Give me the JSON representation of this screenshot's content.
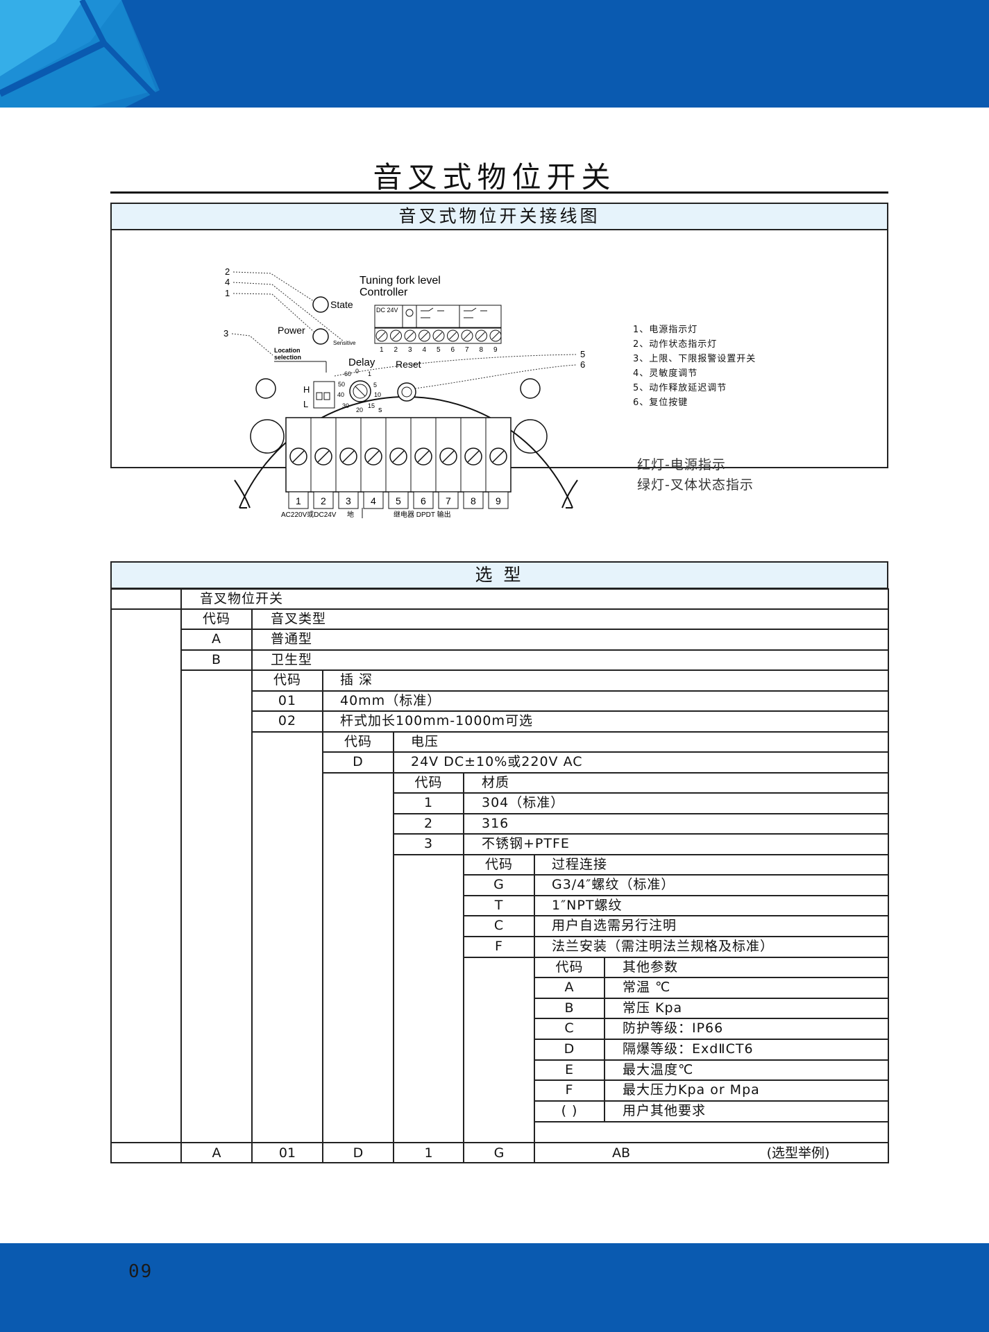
{
  "header": {
    "brand_color": "#0a5ab0",
    "accent_color": "#2b9fe0"
  },
  "page_title": "音叉式物位开关",
  "page_number": "09",
  "wiring_section": {
    "title": "音叉式物位开关接线图",
    "header_bg": "#e6f3fb",
    "diagram": {
      "title_line1": "Tuning fork level",
      "title_line2": "Controller",
      "state": "State",
      "power": "Power",
      "sensitive": "Sensitive",
      "location1": "Location",
      "location2": "selection",
      "delay": "Delay",
      "reset": "Reset",
      "h": "H",
      "l": "L",
      "dc24v": "DC 24V",
      "dial": [
        "60",
        "0",
        "1",
        "5",
        "10",
        "15",
        "20",
        "30",
        "40",
        "50"
      ],
      "seconds": "s",
      "callouts": [
        "2",
        "4",
        "1",
        "3",
        "5",
        "6"
      ],
      "small_terminals": [
        "1",
        "2",
        "3",
        "4",
        "5",
        "6",
        "7",
        "8",
        "9"
      ],
      "terminals": [
        "1",
        "2",
        "3",
        "4",
        "5",
        "6",
        "7",
        "8",
        "9"
      ],
      "bottom_label_power": "AC220V或DC24V",
      "bottom_label_ground": "地",
      "bottom_label_relay": "继电器  DPDT  输出"
    },
    "legend": [
      "1、电源指示灯",
      "2、动作状态指示灯",
      "3、上限、下限报警设置开关",
      "4、灵敏度调节",
      "5、动作释放延迟调节",
      "6、复位按键"
    ],
    "led_legend": [
      "红灯-电源指示",
      "绿灯-叉体状态指示"
    ]
  },
  "selection": {
    "title": "选    型",
    "product": "音叉物位开关",
    "levels": [
      {
        "code_header": "代码",
        "attr_header": "音叉类型",
        "rows": [
          [
            "A",
            "普通型"
          ],
          [
            "B",
            "卫生型"
          ]
        ]
      },
      {
        "code_header": "代码",
        "attr_header": "插 深",
        "rows": [
          [
            "01",
            "40mm（标准）"
          ],
          [
            "02",
            "杆式加长100mm-1000m可选"
          ]
        ]
      },
      {
        "code_header": "代码",
        "attr_header": "电压",
        "rows": [
          [
            "D",
            "24V DC±10%或220V AC"
          ]
        ]
      },
      {
        "code_header": "代码",
        "attr_header": "材质",
        "rows": [
          [
            "1",
            "304（标准）"
          ],
          [
            "2",
            "316"
          ],
          [
            "3",
            "不锈钢+PTFE"
          ]
        ]
      },
      {
        "code_header": "代码",
        "attr_header": "过程连接",
        "rows": [
          [
            "G",
            "G3/4″螺纹（标准）"
          ],
          [
            "T",
            "1″NPT螺纹"
          ],
          [
            "C",
            "用户自选需另行注明"
          ],
          [
            "F",
            "法兰安装（需注明法兰规格及标准）"
          ]
        ]
      },
      {
        "code_header": "代码",
        "attr_header": "其他参数",
        "rows": [
          [
            "A",
            "常温   ℃"
          ],
          [
            "B",
            "常压    Kpa"
          ],
          [
            "C",
            "防护等级：IP66"
          ],
          [
            "D",
            "隔爆等级：ExdⅡCT6"
          ],
          [
            "E",
            "最大温度℃"
          ],
          [
            "F",
            "最大压力Kpa or Mpa"
          ],
          [
            "( )",
            "用户其他要求"
          ]
        ]
      }
    ],
    "example": [
      "A",
      "01",
      "D",
      "1",
      "G",
      "AB"
    ],
    "example_note": "(选型举例)"
  }
}
